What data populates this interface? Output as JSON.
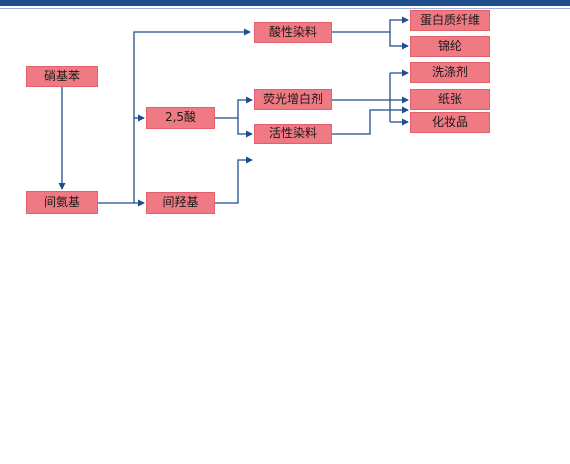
{
  "nodes": {
    "nitrobenzene": "硝基苯",
    "meta_amino": "间氨基",
    "acid_2_5": "2,5酸",
    "meta_hydroxy": "间羟基",
    "acid_dye": "酸性染料",
    "fluorescent_whitener": "荧光增白剂",
    "reactive_dye": "活性染料",
    "protein_fiber": "蛋白质纤维",
    "nylon": "锦纶",
    "detergent": "洗涤剂",
    "paper": "纸张",
    "cosmetics": "化妆品"
  }
}
